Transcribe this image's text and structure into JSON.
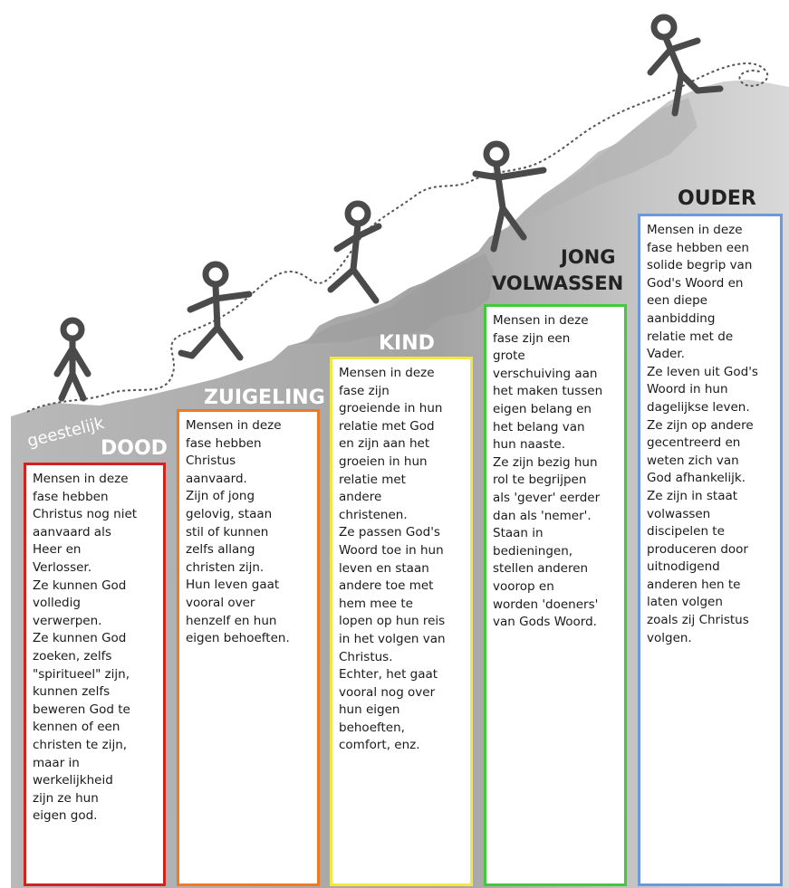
{
  "stages": [
    {
      "label_prefix": "geestelijk",
      "label": "DOOD",
      "border_color": "#d3211f",
      "text": "Mensen in deze\nfase hebben\nChristus nog niet\naanvaard als\nHeer en\nVerlosser.\nZe kunnen God\nvolledig\nverwerpen.\nZe kunnen God\nzoeken, zelfs\n\"spiritueel\" zijn,\nkunnen zelfs\nbeweren God te\nkennen of een\nchristen te zijn,\nmaar in\nwerkelijkheid\nzijn ze hun\neigen god."
    },
    {
      "label": "ZUIGELING",
      "border_color": "#ef7a22",
      "text": "Mensen in deze\nfase hebben\nChristus\naanvaard.\nZijn of jong\ngelovig, staan\nstil of kunnen\nzelfs allang\nchristen zijn.\nHun leven gaat\nvooral over\nhenzelf en hun\neigen behoeften."
    },
    {
      "label": "KIND",
      "border_color": "#f2e641",
      "text": "Mensen in deze\nfase zijn\ngroeiende in hun\nrelatie met God\nen zijn aan het\ngroeien in hun\nrelatie met\nandere\nchristenen.\nZe passen God's\nWoord toe in hun\nleven en staan\nandere toe met\nhem mee te\nlopen op hun reis\nin het volgen van\nChristus.\nEchter, het gaat\nvooral nog over\nhun eigen\nbehoeften,\ncomfort, enz."
    },
    {
      "label_line1": "JONG",
      "label": "VOLWASSEN",
      "border_color": "#42c93a",
      "text": "Mensen in deze\nfase zijn een\ngrote\nverschuiving aan\nhet maken tussen\neigen belang en\nhet belang van\nhun naaste.\nZe zijn bezig hun\nrol te begrijpen\nals 'gever' eerder\ndan als 'nemer'.\nStaan in\nbedieningen,\nstellen anderen\nvoorop en\nworden 'doeners'\nvan Gods Woord."
    },
    {
      "label": "OUDER",
      "border_color": "#6f96e0",
      "text": "Mensen in deze\nfase hebben een\nsolide begrip van\nGod's Woord en\neen diepe\naanbidding\nrelatie met de\nVader.\nZe leven uit God's\nWoord in hun\ndagelijkse leven.\nZe zijn op andere\ngecentreerd en\nweten zich van\nGod afhankelijk.\nZe zijn in staat\nvolwassen\ndiscipelen te\nproduceren door\nuitnodigend\nanderen hen te\nlaten volgen\nzoals zij Christus\nvolgen."
    }
  ],
  "icons": [
    "stick-figure-standing",
    "stick-figure-running",
    "stick-figure-climbing",
    "stick-figure-reaching",
    "stick-figure-summit",
    "rope-line"
  ],
  "colors": {
    "mountain_light": "#c9c9c9",
    "mountain_mid": "#a9a9a9",
    "mountain_dark": "#8e8e8e",
    "figure": "#4a4a4a"
  }
}
